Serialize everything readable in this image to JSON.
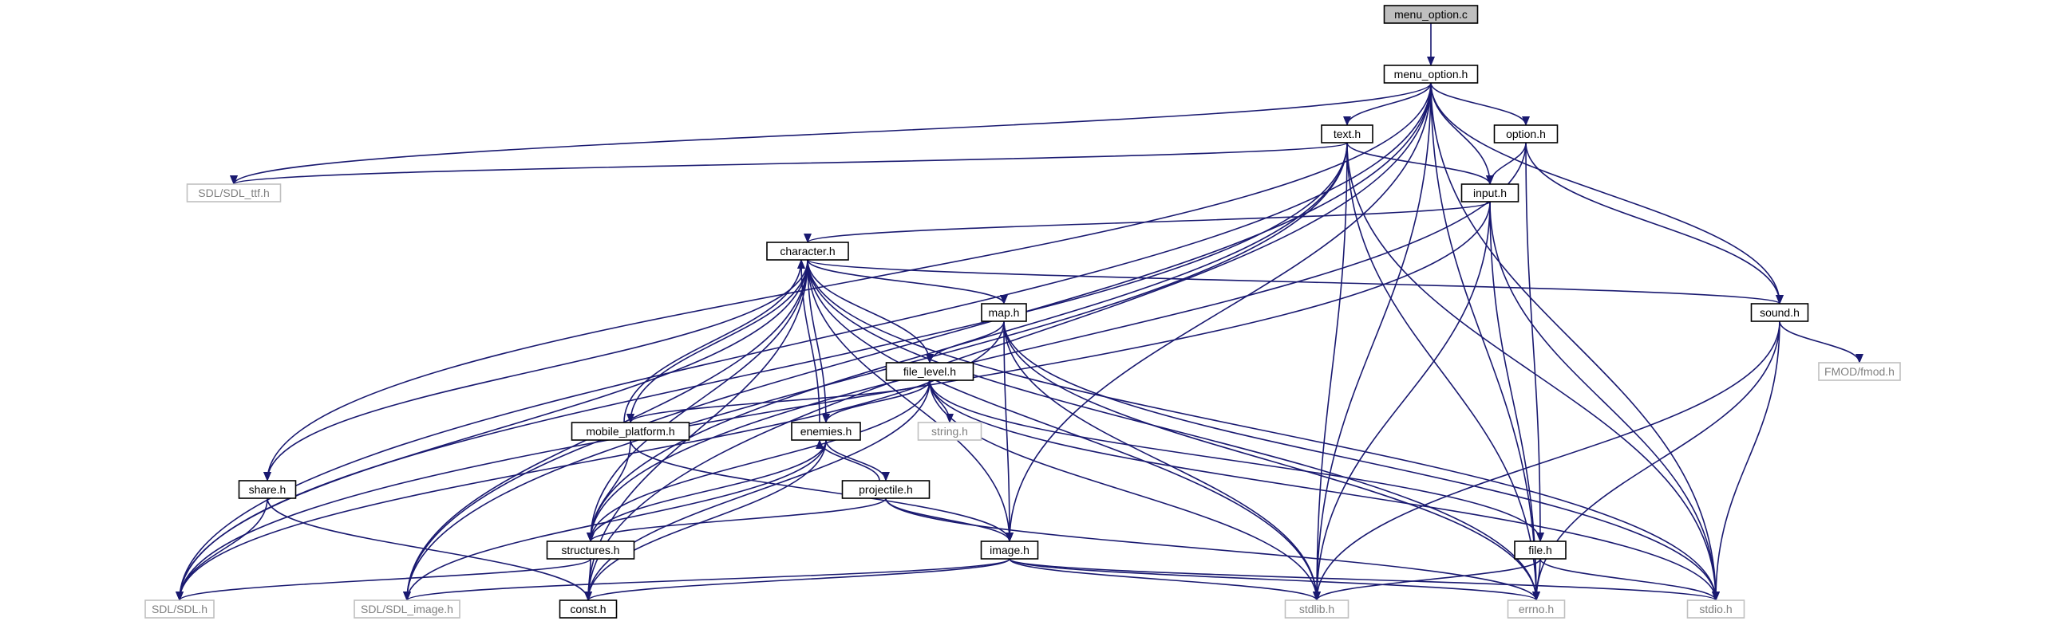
{
  "colors": {
    "background": "#ffffff",
    "edge": "#191970",
    "box_border": "#000000",
    "external_border": "#c0c0c0",
    "external_text": "#808080",
    "root_fill": "#bfbfbf",
    "box_fill": "#ffffff",
    "text": "#000000"
  },
  "nodes": [
    {
      "id": "menu_option_c",
      "label": "menu_option.c",
      "kind": "root"
    },
    {
      "id": "menu_option_h",
      "label": "menu_option.h",
      "kind": "local"
    },
    {
      "id": "text_h",
      "label": "text.h",
      "kind": "local"
    },
    {
      "id": "option_h",
      "label": "option.h",
      "kind": "local"
    },
    {
      "id": "sdl_ttf",
      "label": "SDL/SDL_ttf.h",
      "kind": "external"
    },
    {
      "id": "input_h",
      "label": "input.h",
      "kind": "local"
    },
    {
      "id": "character_h",
      "label": "character.h",
      "kind": "local"
    },
    {
      "id": "sound_h",
      "label": "sound.h",
      "kind": "local"
    },
    {
      "id": "map_h",
      "label": "map.h",
      "kind": "local"
    },
    {
      "id": "file_level_h",
      "label": "file_level.h",
      "kind": "local"
    },
    {
      "id": "fmod_h",
      "label": "FMOD/fmod.h",
      "kind": "external"
    },
    {
      "id": "mobile_platform_h",
      "label": "mobile_platform.h",
      "kind": "local"
    },
    {
      "id": "enemies_h",
      "label": "enemies.h",
      "kind": "local"
    },
    {
      "id": "string_h",
      "label": "string.h",
      "kind": "external"
    },
    {
      "id": "share_h",
      "label": "share.h",
      "kind": "local"
    },
    {
      "id": "projectile_h",
      "label": "projectile.h",
      "kind": "local"
    },
    {
      "id": "structures_h",
      "label": "structures.h",
      "kind": "local"
    },
    {
      "id": "image_h",
      "label": "image.h",
      "kind": "local"
    },
    {
      "id": "file_h",
      "label": "file.h",
      "kind": "local"
    },
    {
      "id": "sdl_h",
      "label": "SDL/SDL.h",
      "kind": "external"
    },
    {
      "id": "sdl_image_h",
      "label": "SDL/SDL_image.h",
      "kind": "external"
    },
    {
      "id": "const_h",
      "label": "const.h",
      "kind": "local"
    },
    {
      "id": "stdlib_h",
      "label": "stdlib.h",
      "kind": "external"
    },
    {
      "id": "errno_h",
      "label": "errno.h",
      "kind": "external"
    },
    {
      "id": "stdio_h",
      "label": "stdio.h",
      "kind": "external"
    }
  ],
  "edges": [
    [
      "menu_option_c",
      "menu_option_h"
    ],
    [
      "menu_option_h",
      "sdl_h"
    ],
    [
      "menu_option_h",
      "sdl_image_h"
    ],
    [
      "menu_option_h",
      "share_h"
    ],
    [
      "menu_option_h",
      "const_h"
    ],
    [
      "menu_option_h",
      "sdl_ttf"
    ],
    [
      "menu_option_h",
      "text_h"
    ],
    [
      "menu_option_h",
      "image_h"
    ],
    [
      "menu_option_h",
      "input_h"
    ],
    [
      "menu_option_h",
      "option_h"
    ],
    [
      "menu_option_h",
      "stdlib_h"
    ],
    [
      "menu_option_h",
      "sound_h"
    ],
    [
      "menu_option_h",
      "errno_h"
    ],
    [
      "menu_option_h",
      "stdio_h"
    ],
    [
      "text_h",
      "sdl_ttf"
    ],
    [
      "text_h",
      "sdl_h"
    ],
    [
      "text_h",
      "sdl_image_h"
    ],
    [
      "text_h",
      "structures_h"
    ],
    [
      "text_h",
      "input_h"
    ],
    [
      "text_h",
      "stdlib_h"
    ],
    [
      "text_h",
      "errno_h"
    ],
    [
      "text_h",
      "stdio_h"
    ],
    [
      "option_h",
      "structures_h"
    ],
    [
      "option_h",
      "input_h"
    ],
    [
      "option_h",
      "sound_h"
    ],
    [
      "option_h",
      "file_h"
    ],
    [
      "input_h",
      "sdl_h"
    ],
    [
      "input_h",
      "character_h"
    ],
    [
      "input_h",
      "stdlib_h"
    ],
    [
      "input_h",
      "errno_h"
    ],
    [
      "input_h",
      "stdio_h"
    ],
    [
      "character_h",
      "sdl_h"
    ],
    [
      "character_h",
      "sdl_image_h"
    ],
    [
      "character_h",
      "share_h"
    ],
    [
      "character_h",
      "structures_h"
    ],
    [
      "character_h",
      "const_h"
    ],
    [
      "character_h",
      "mobile_platform_h"
    ],
    [
      "character_h",
      "enemies_h"
    ],
    [
      "character_h",
      "file_level_h"
    ],
    [
      "character_h",
      "map_h"
    ],
    [
      "character_h",
      "image_h"
    ],
    [
      "character_h",
      "stdlib_h"
    ],
    [
      "character_h",
      "errno_h"
    ],
    [
      "character_h",
      "stdio_h"
    ],
    [
      "character_h",
      "sound_h"
    ],
    [
      "sound_h",
      "fmod_h"
    ],
    [
      "sound_h",
      "stdlib_h"
    ],
    [
      "sound_h",
      "errno_h"
    ],
    [
      "sound_h",
      "stdio_h"
    ],
    [
      "map_h",
      "sdl_h"
    ],
    [
      "map_h",
      "file_level_h"
    ],
    [
      "map_h",
      "image_h"
    ],
    [
      "map_h",
      "stdlib_h"
    ],
    [
      "map_h",
      "errno_h"
    ],
    [
      "map_h",
      "stdio_h"
    ],
    [
      "file_level_h",
      "mobile_platform_h"
    ],
    [
      "file_level_h",
      "enemies_h"
    ],
    [
      "file_level_h",
      "string_h"
    ],
    [
      "file_level_h",
      "structures_h"
    ],
    [
      "file_level_h",
      "const_h"
    ],
    [
      "file_level_h",
      "stdlib_h"
    ],
    [
      "file_level_h",
      "file_h"
    ],
    [
      "file_level_h",
      "stdio_h"
    ],
    [
      "mobile_platform_h",
      "character_h"
    ],
    [
      "mobile_platform_h",
      "structures_h"
    ],
    [
      "mobile_platform_h",
      "image_h"
    ],
    [
      "enemies_h",
      "character_h"
    ],
    [
      "enemies_h",
      "projectile_h"
    ],
    [
      "enemies_h",
      "structures_h"
    ],
    [
      "enemies_h",
      "const_h"
    ],
    [
      "enemies_h",
      "sdl_image_h"
    ],
    [
      "projectile_h",
      "enemies_h"
    ],
    [
      "projectile_h",
      "structures_h"
    ],
    [
      "projectile_h",
      "image_h"
    ],
    [
      "projectile_h",
      "errno_h"
    ],
    [
      "share_h",
      "sdl_h"
    ],
    [
      "share_h",
      "const_h"
    ],
    [
      "structures_h",
      "sdl_h"
    ],
    [
      "structures_h",
      "const_h"
    ],
    [
      "image_h",
      "sdl_image_h"
    ],
    [
      "image_h",
      "const_h"
    ],
    [
      "image_h",
      "stdlib_h"
    ],
    [
      "image_h",
      "errno_h"
    ],
    [
      "image_h",
      "stdio_h"
    ],
    [
      "file_h",
      "stdlib_h"
    ],
    [
      "file_h",
      "errno_h"
    ],
    [
      "file_h",
      "stdio_h"
    ]
  ]
}
